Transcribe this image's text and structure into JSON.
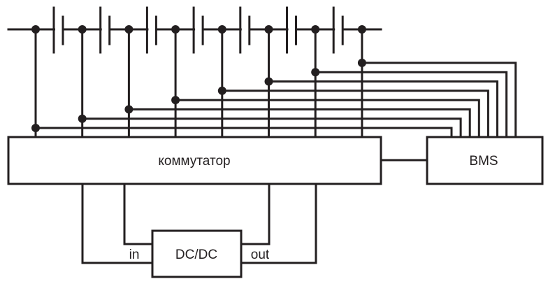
{
  "diagram": {
    "type": "circuit-schematic",
    "battery_cells": 7,
    "cell_taps": 8,
    "blocks": {
      "switch": {
        "label": "коммутатор"
      },
      "bms": {
        "label": "BMS"
      },
      "converter": {
        "label": "DC/DC",
        "input_label": "in",
        "output_label": "out"
      }
    },
    "colors": {
      "line": "#231f20",
      "background": "#ffffff"
    }
  }
}
